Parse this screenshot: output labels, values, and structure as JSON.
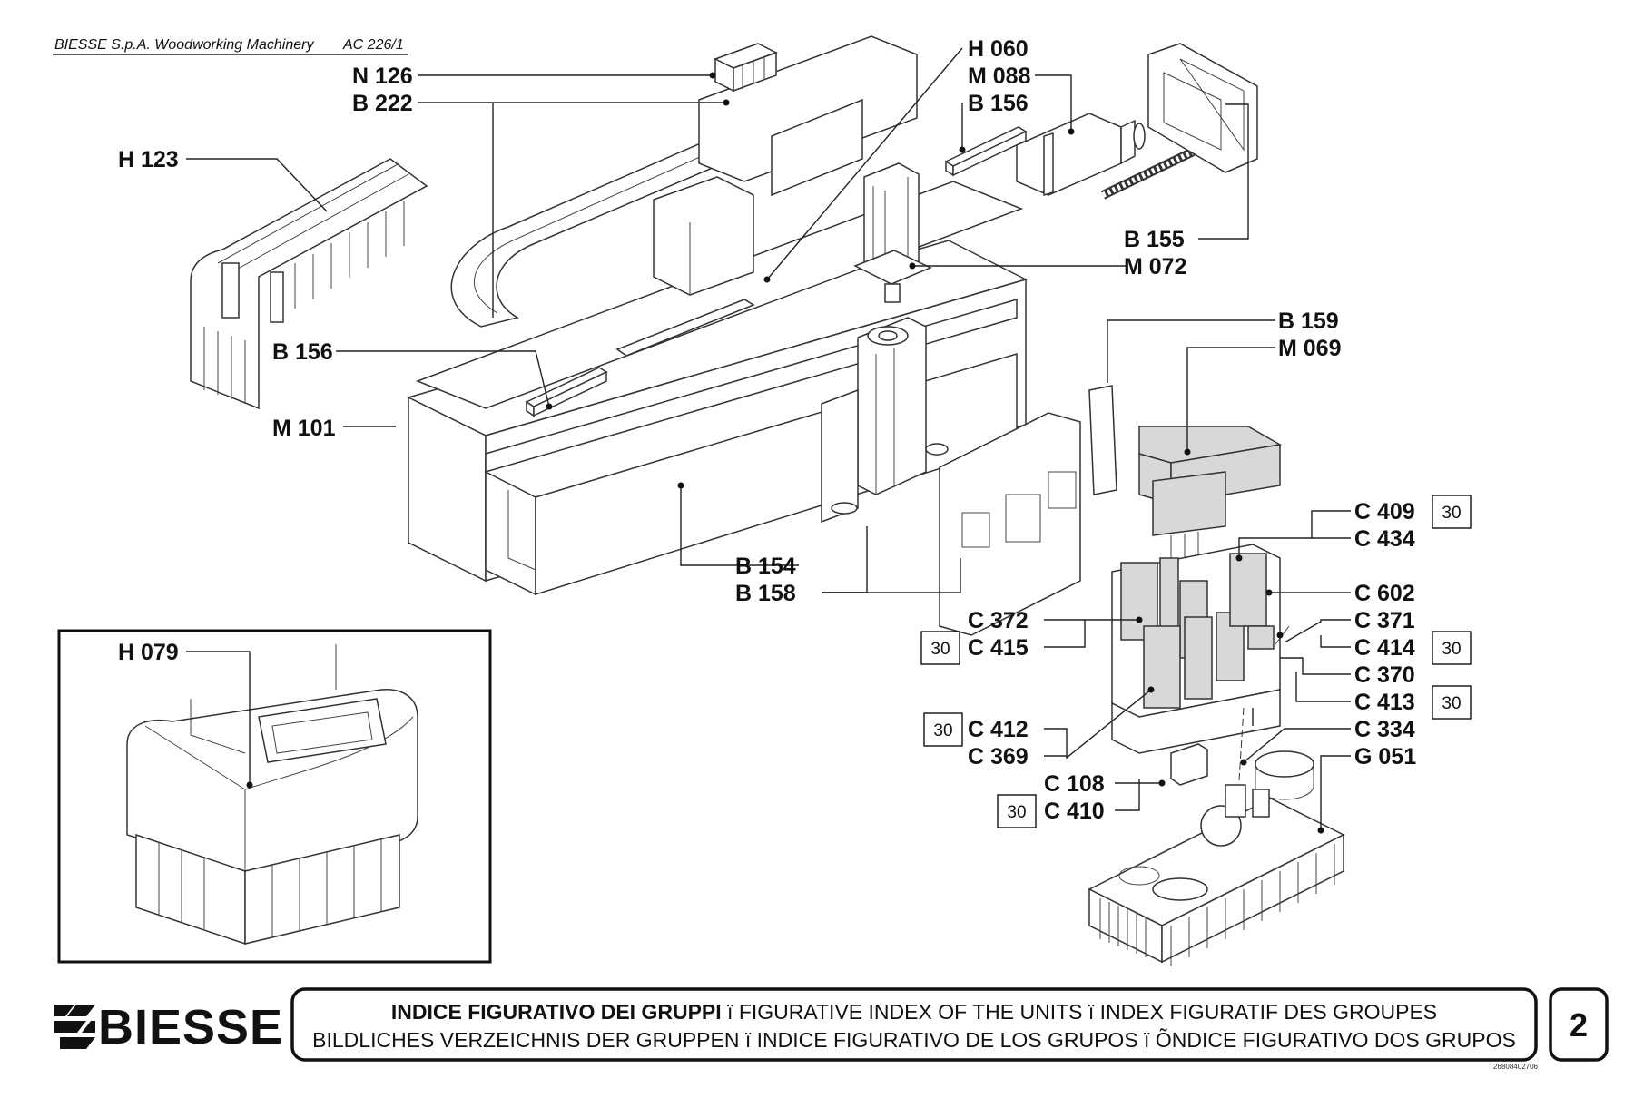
{
  "header": {
    "company": "BIESSE S.p.A. Woodworking Machinery",
    "model": "AC 226/1"
  },
  "labels": {
    "h060": "H 060",
    "n126": "N 126",
    "m088": "M 088",
    "b222": "B 222",
    "b156a": "B 156",
    "h123": "H 123",
    "b155": "B 155",
    "m072": "M 072",
    "b156b": "B 156",
    "b159": "B 159",
    "m069": "M 069",
    "m101": "M 101",
    "c409": "C 409",
    "c434": "C 434",
    "b154": "B 154",
    "b158": "B 158",
    "c602": "C 602",
    "c372": "C 372",
    "c371": "C 371",
    "c415": "C 415",
    "c414": "C 414",
    "h079": "H 079",
    "c370": "C 370",
    "c413": "C 413",
    "c412": "C 412",
    "c334": "C 334",
    "c369": "C 369",
    "g051": "G 051",
    "c108": "C 108",
    "c410": "C 410"
  },
  "ref_boxes": {
    "c409": "30",
    "c415": "30",
    "c414": "30",
    "c413": "30",
    "c412": "30",
    "c410": "30"
  },
  "footer": {
    "logo": "BIESSE",
    "line1_bold": "INDICE FIGURATIVO DEI GRUPPI",
    "line1_rest": " ï   FIGURATIVE INDEX OF THE UNITS  ï  INDEX FIGURATIF DES GROUPES",
    "line2": "BILDLICHES VERZEICHNIS DER GRUPPEN   ï   INDICE FIGURATIVO DE LOS GRUPOS  ï  ÕNDICE FIGURATIVO DOS GRUPOS",
    "page": "2",
    "doc_code": "26808402706"
  }
}
